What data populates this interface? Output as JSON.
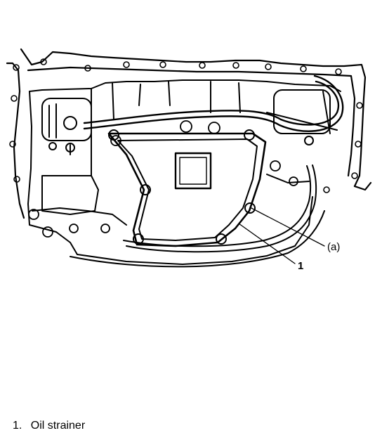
{
  "diagram": {
    "callouts": [
      {
        "id": "a",
        "text": "(a)"
      },
      {
        "id": "1",
        "text": "1"
      }
    ]
  },
  "legend": {
    "items": [
      {
        "number": "1.",
        "label": "Oil strainer"
      }
    ]
  }
}
